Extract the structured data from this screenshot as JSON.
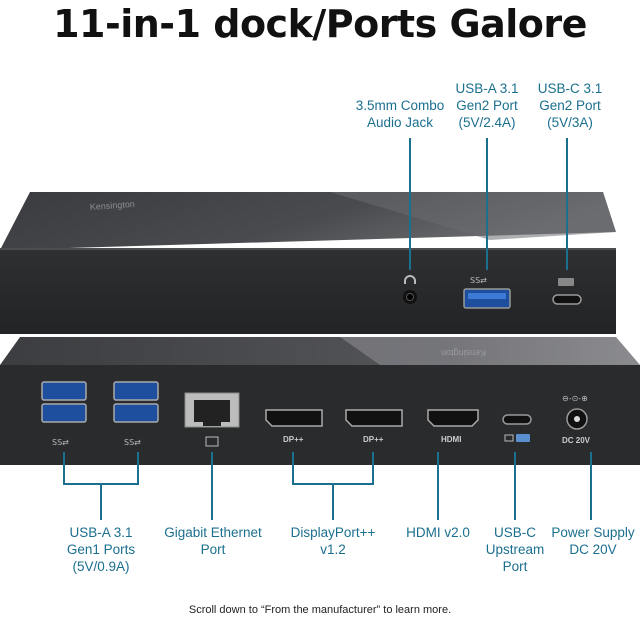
{
  "title": "11-in-1 dock/Ports Galore",
  "top_labels": {
    "audio": [
      "3.5mm Combo",
      "Audio Jack"
    ],
    "usba_gen2": [
      "USB-A 3.1",
      "Gen2 Port",
      "(5V/2.4A)"
    ],
    "usbc_gen2": [
      "USB-C 3.1",
      "Gen2 Port",
      "(5V/3A)"
    ]
  },
  "bottom_labels": {
    "usba_gen1": [
      "USB-A 3.1",
      "Gen1 Ports",
      "(5V/0.9A)"
    ],
    "ethernet": [
      "Gigabit Ethernet",
      "Port"
    ],
    "displayport": [
      "DisplayPort++",
      "v1.2"
    ],
    "hdmi": [
      "HDMI v2.0"
    ],
    "usbc_upstream": [
      "USB-C",
      "Upstream",
      "Port"
    ],
    "power": [
      "Power Supply",
      "DC 20V"
    ]
  },
  "device": {
    "brand": "Kensington",
    "port_marks": {
      "ss1": "SS⇄",
      "ss2": "SS⇄",
      "dp1": "DP++",
      "dp2": "DP++",
      "hdmi": "HDMI",
      "dc": "DC 20V",
      "ss_front": "SS⇄"
    }
  },
  "footer": "Scroll down to “From the manufacturer” to learn more.",
  "colors": {
    "accent": "#1b6f8f",
    "device_dark": "#2a2b2d",
    "title": "#111111"
  }
}
